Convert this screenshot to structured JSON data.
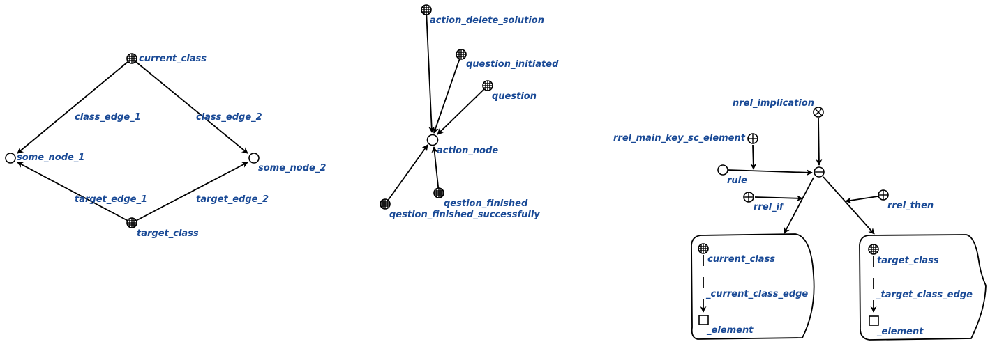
{
  "diagram": {
    "colors": {
      "label": "#1a4a96",
      "line": "#000000"
    },
    "left_group": {
      "current_class": "current_class",
      "some_node_1": "some_node_1",
      "some_node_2": "some_node_2",
      "class_edge_1": "class_edge_1",
      "class_edge_2": "class_edge_2",
      "target_edge_1": "target_edge_1",
      "target_edge_2": "target_edge_2",
      "target_class": "target_class"
    },
    "middle_group": {
      "action_delete_solution": "action_delete_solution",
      "question_initiated": "question_initiated",
      "question": "question",
      "action_node": "action_node",
      "qestion_finished": "qestion_finished",
      "qestion_finished_successfully": "qestion_finished_successfully"
    },
    "right_group": {
      "nrel_implication": "nrel_implication",
      "rrel_main_key_sc_element": "rrel_main_key_sc_element",
      "rule": "rule",
      "rrel_if": "rrel_if",
      "rrel_then": "rrel_then",
      "if_contour": {
        "current_class": "current_class",
        "edge": "_current_class_edge",
        "element": "_element"
      },
      "then_contour": {
        "target_class": "target_class",
        "edge": "_target_class_edge",
        "element": "_element"
      }
    }
  }
}
